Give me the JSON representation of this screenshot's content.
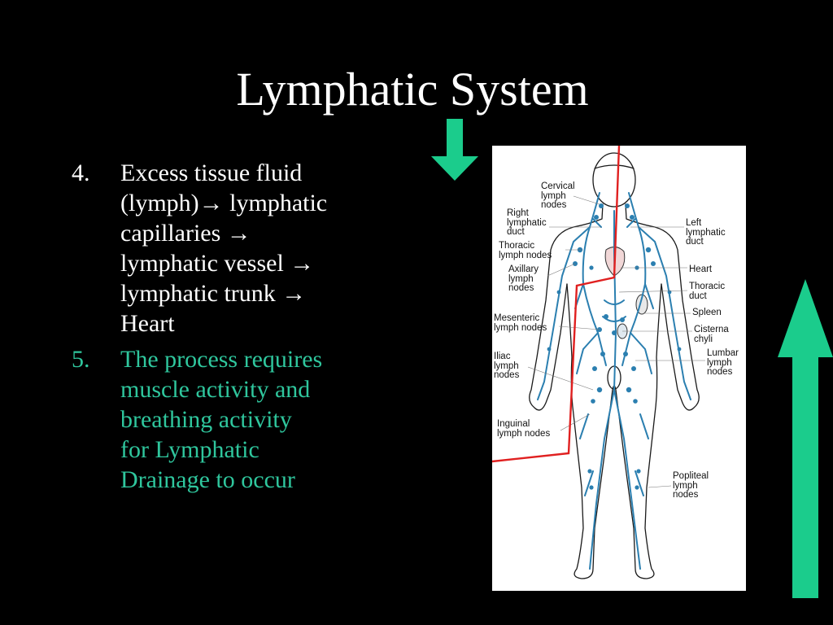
{
  "slide": {
    "title": "Lymphatic System",
    "bullets": [
      {
        "number": "4.",
        "lines": [
          "Excess tissue fluid",
          "(lymph)→ lymphatic",
          "capillaries →",
          "lymphatic vessel →",
          "lymphatic trunk →",
          "Heart"
        ]
      },
      {
        "number": "5.",
        "lines": [
          "The process requires",
          "muscle activity and",
          "breathing activity",
          "for Lymphatic",
          "Drainage to occur"
        ]
      }
    ]
  },
  "figure": {
    "labels": {
      "cervical": "Cervical\nlymph\nnodes",
      "right_duct": "Right\nlymphatic\nduct",
      "thoracic_nodes": "Thoracic\nlymph nodes",
      "axillary": "Axillary\nlymph\nnodes",
      "mesenteric": "Mesenteric\nlymph nodes",
      "iliac": "Iliac\nlymph\nnodes",
      "inguinal": "Inguinal\nlymph nodes",
      "left_duct": "Left\nlymphatic\nduct",
      "heart": "Heart",
      "thoracic_duct": "Thoracic\nduct",
      "spleen": "Spleen",
      "cisterna": "Cisterna\nchyli",
      "lumbar": "Lumbar\nlymph\nnodes",
      "popliteal": "Popliteal\nlymph\nnodes"
    }
  },
  "colors": {
    "background": "#000000",
    "title_text": "#ffffff",
    "bullet_text": "#ffffff",
    "highlight_text": "#2fc69d",
    "arrow": "#1bcc8c",
    "lymph_vessels": "#2b7fb0",
    "flow_line": "#e02020"
  },
  "icons": {
    "down_arrow": "arrow-down-icon",
    "up_arrow": "arrow-up-icon"
  }
}
